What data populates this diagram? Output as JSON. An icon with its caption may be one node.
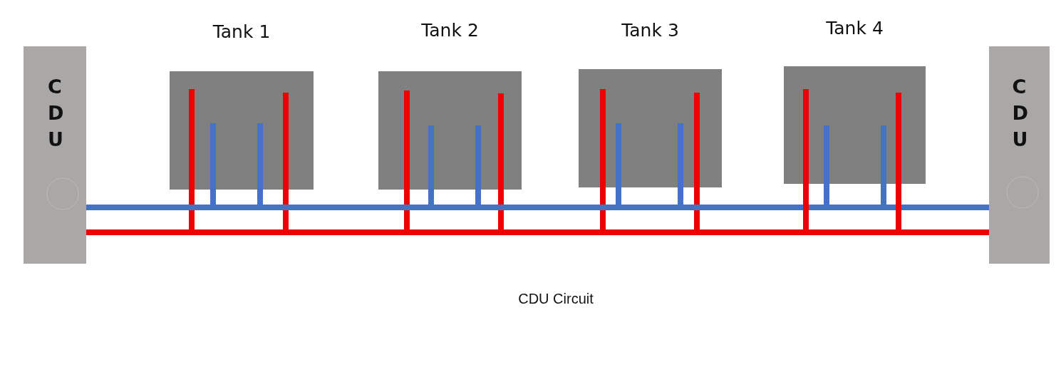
{
  "diagram": {
    "caption": "CDU Circuit",
    "nodes": [
      {
        "text": [
          "C D U"
        ]
      },
      {
        "text": [
          "Tank 1"
        ]
      },
      {
        "text": [
          "Tank 2"
        ]
      },
      {
        "text": [
          "Tank 3"
        ]
      },
      {
        "text": [
          "Tank 4"
        ]
      },
      {
        "text": [
          "C D U"
        ]
      }
    ],
    "edges": [
      {
        "from": 0,
        "to": 5,
        "arrow": "none",
        "color": "#4472c4"
      },
      {
        "from": 0,
        "to": 5,
        "arrow": "none",
        "color": "#ee0000"
      },
      {
        "from": 0,
        "to": 1,
        "arrow": "none",
        "color": "#4472c4"
      },
      {
        "from": 0,
        "to": 1,
        "arrow": "none",
        "color": "#4472c4"
      },
      {
        "from": 0,
        "to": 1,
        "arrow": "none",
        "color": "#ee0000"
      },
      {
        "from": 0,
        "to": 1,
        "arrow": "none",
        "color": "#ee0000"
      },
      {
        "from": 0,
        "to": 2,
        "arrow": "none",
        "color": "#4472c4"
      },
      {
        "from": 0,
        "to": 2,
        "arrow": "none",
        "color": "#4472c4"
      },
      {
        "from": 0,
        "to": 2,
        "arrow": "none",
        "color": "#ee0000"
      },
      {
        "from": 0,
        "to": 2,
        "arrow": "none",
        "color": "#ee0000"
      },
      {
        "from": 0,
        "to": 3,
        "arrow": "none",
        "color": "#4472c4"
      },
      {
        "from": 0,
        "to": 3,
        "arrow": "none",
        "color": "#4472c4"
      },
      {
        "from": 0,
        "to": 3,
        "arrow": "none",
        "color": "#ee0000"
      },
      {
        "from": 0,
        "to": 3,
        "arrow": "none",
        "color": "#ee0000"
      },
      {
        "from": 0,
        "to": 4,
        "arrow": "none",
        "color": "#4472c4"
      },
      {
        "from": 0,
        "to": 4,
        "arrow": "none",
        "color": "#4472c4"
      },
      {
        "from": 0,
        "to": 4,
        "arrow": "none",
        "color": "#ee0000"
      },
      {
        "from": 0,
        "to": 4,
        "arrow": "none",
        "color": "#ee0000"
      }
    ]
  }
}
